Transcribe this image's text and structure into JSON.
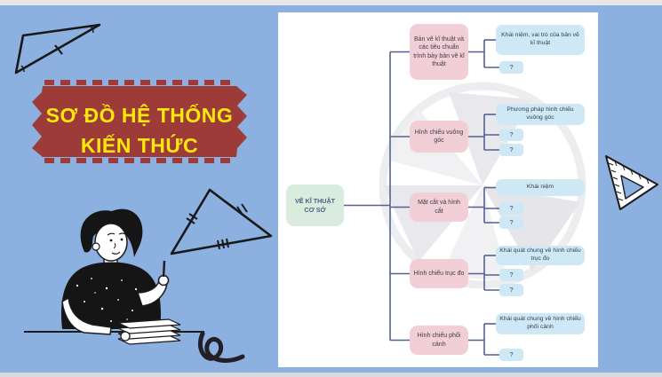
{
  "slide": {
    "banner": {
      "line1": "SƠ ĐỒ HỆ THỐNG",
      "line2": "KIẾN THỨC"
    },
    "colors": {
      "background_blue": "#8cb0e0",
      "banner_red": "#9d3b38",
      "banner_text_yellow": "#ffe60c",
      "branch_pink": "#f2ced7",
      "child_blue": "#cfe8f6",
      "root_green": "#d9ecdd",
      "connector": "#56618f"
    }
  },
  "mindmap": {
    "root": {
      "label": "VẼ KĨ THUẬT CƠ SỞ"
    },
    "branches": [
      {
        "label": "Bản vẽ kĩ thuật và các tiêu chuẩn trình bày bản vẽ kĩ thuật",
        "children": [
          "Khái niệm, vai trò của bản vẽ kĩ thuật",
          "?"
        ]
      },
      {
        "label": "Hình chiếu vuông góc",
        "children": [
          "Phương pháp hình chiếu vuông góc",
          "?",
          "?"
        ]
      },
      {
        "label": "Mặt cắt và hình cắt",
        "children": [
          "Khái niệm",
          "?",
          "?"
        ]
      },
      {
        "label": "Hình chiếu trục đo",
        "children": [
          "Khái quát chung về hình chiếu trục đo",
          "?",
          "?"
        ]
      },
      {
        "label": "Hình chiếu phối cảnh",
        "children": [
          "Khái quát chung về hình chiếu phối cảnh",
          "?"
        ]
      }
    ]
  },
  "decorations": {
    "triangle_sketch_top": "triangle-sketch-icon",
    "triangle_sketch_mid": "triangle-sketch-icon",
    "person": "person-studying-illustration",
    "squiggle": "squiggle-doodle-icon",
    "set_square": "set-square-icon",
    "watermark": "compass-watermark-icon"
  }
}
